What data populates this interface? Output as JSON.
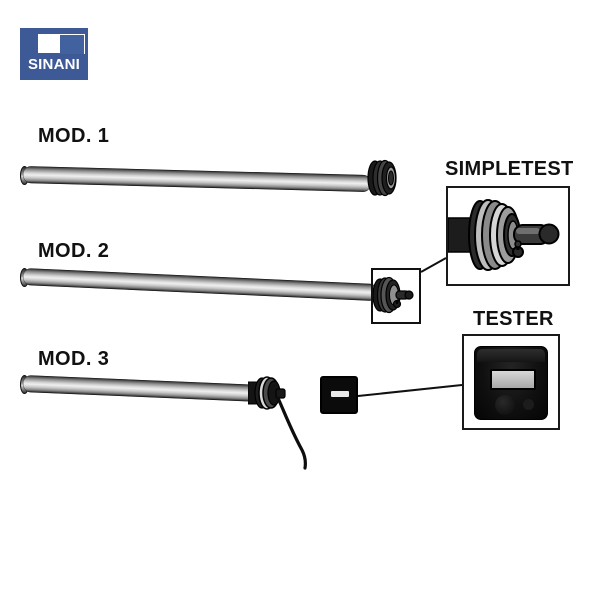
{
  "brand": {
    "name": "SINANI",
    "logo_bg_color": "#3d5a96",
    "logo_text_color": "#ffffff"
  },
  "models": [
    {
      "id": "mod-1",
      "label": "MOD. 1"
    },
    {
      "id": "mod-2",
      "label": "MOD. 2"
    },
    {
      "id": "mod-3",
      "label": "MOD. 3"
    }
  ],
  "details": [
    {
      "id": "simpletest",
      "title": "SIMPLETEST"
    },
    {
      "id": "tester",
      "title": "TESTER"
    }
  ],
  "colors": {
    "line": "#111111",
    "tube_light": "#efefef",
    "tube_dark": "#161616",
    "device_black": "#0b0b0b",
    "screen_gray": "#c9c9c9",
    "accent_blue": "#3d5a96"
  }
}
